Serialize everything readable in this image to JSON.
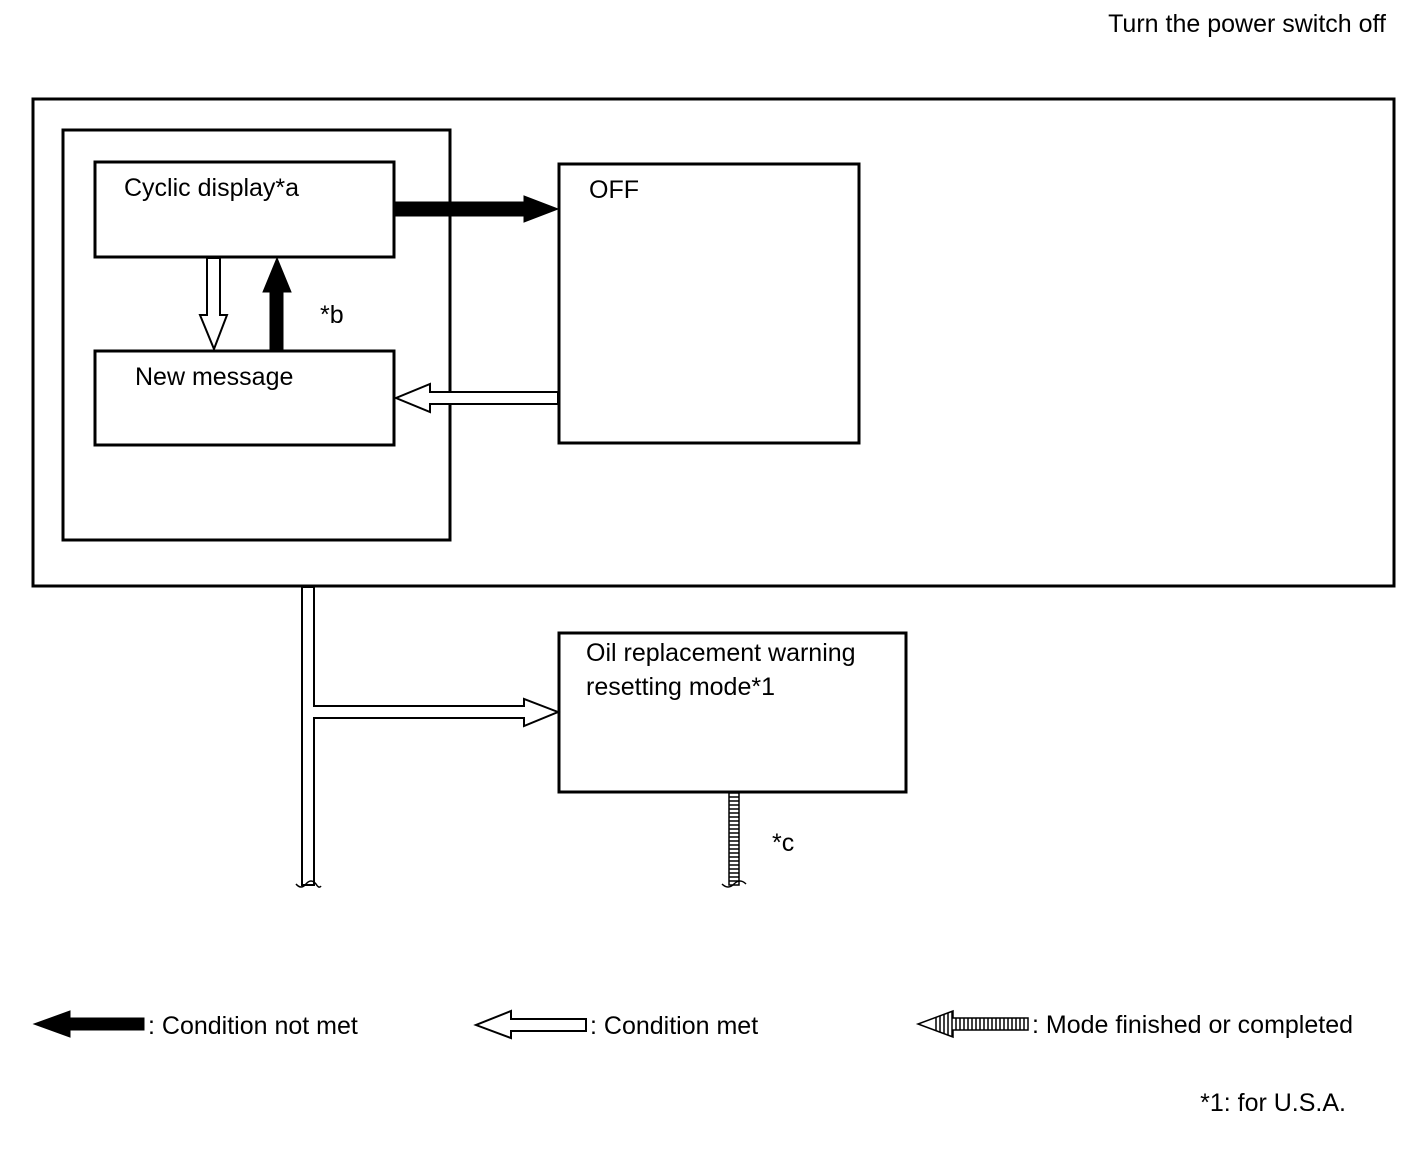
{
  "header": {
    "instruction": "Turn the power switch off"
  },
  "nodes": {
    "cyclic_display": "Cyclic display*a",
    "off": "OFF",
    "new_message": "New message",
    "oil_reset_line1": "Oil replacement warning",
    "oil_reset_line2": "resetting mode*1"
  },
  "annotations": {
    "b": "*b",
    "c": "*c"
  },
  "legend": {
    "condition_not_met": ": Condition not met",
    "condition_met": ": Condition met",
    "mode_finished": ": Mode finished or completed"
  },
  "footnote": "*1: for U.S.A."
}
